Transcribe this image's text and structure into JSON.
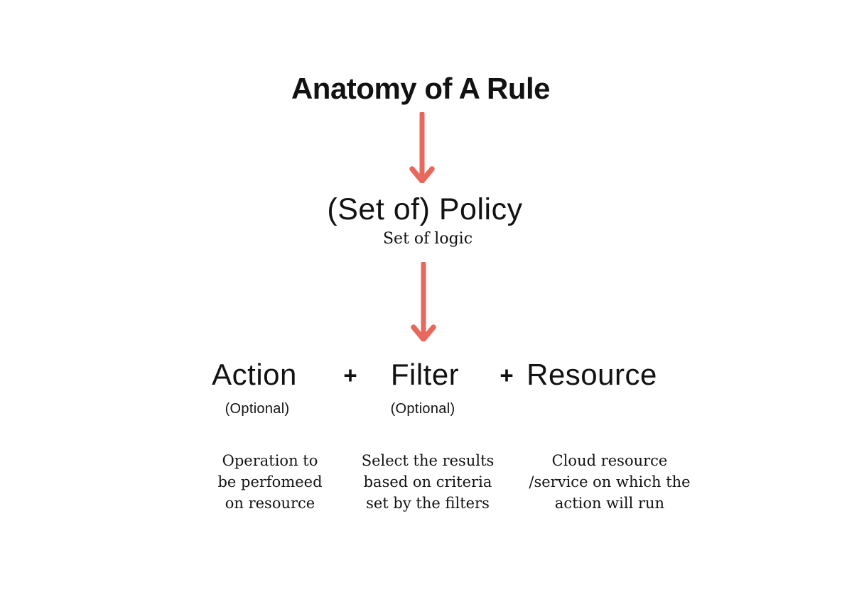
{
  "colors": {
    "arrow": "#E8685E",
    "text": "#121212",
    "background": "#FFFFFF"
  },
  "title": "Anatomy of A Rule",
  "policy": {
    "label": "(Set of) Policy",
    "sublabel": "Set of logic"
  },
  "formula": {
    "action": "Action",
    "plus1": "+",
    "filter": "Filter",
    "plus2": "+",
    "resource": "Resource",
    "action_optional": "(Optional)",
    "filter_optional": "(Optional)"
  },
  "descriptions": {
    "action": "Operation to\nbe perfomeed\non resource",
    "filter": "Select the results\nbased on criteria\nset by the filters",
    "resource": "Cloud resource\n/service on which the\naction will run"
  }
}
